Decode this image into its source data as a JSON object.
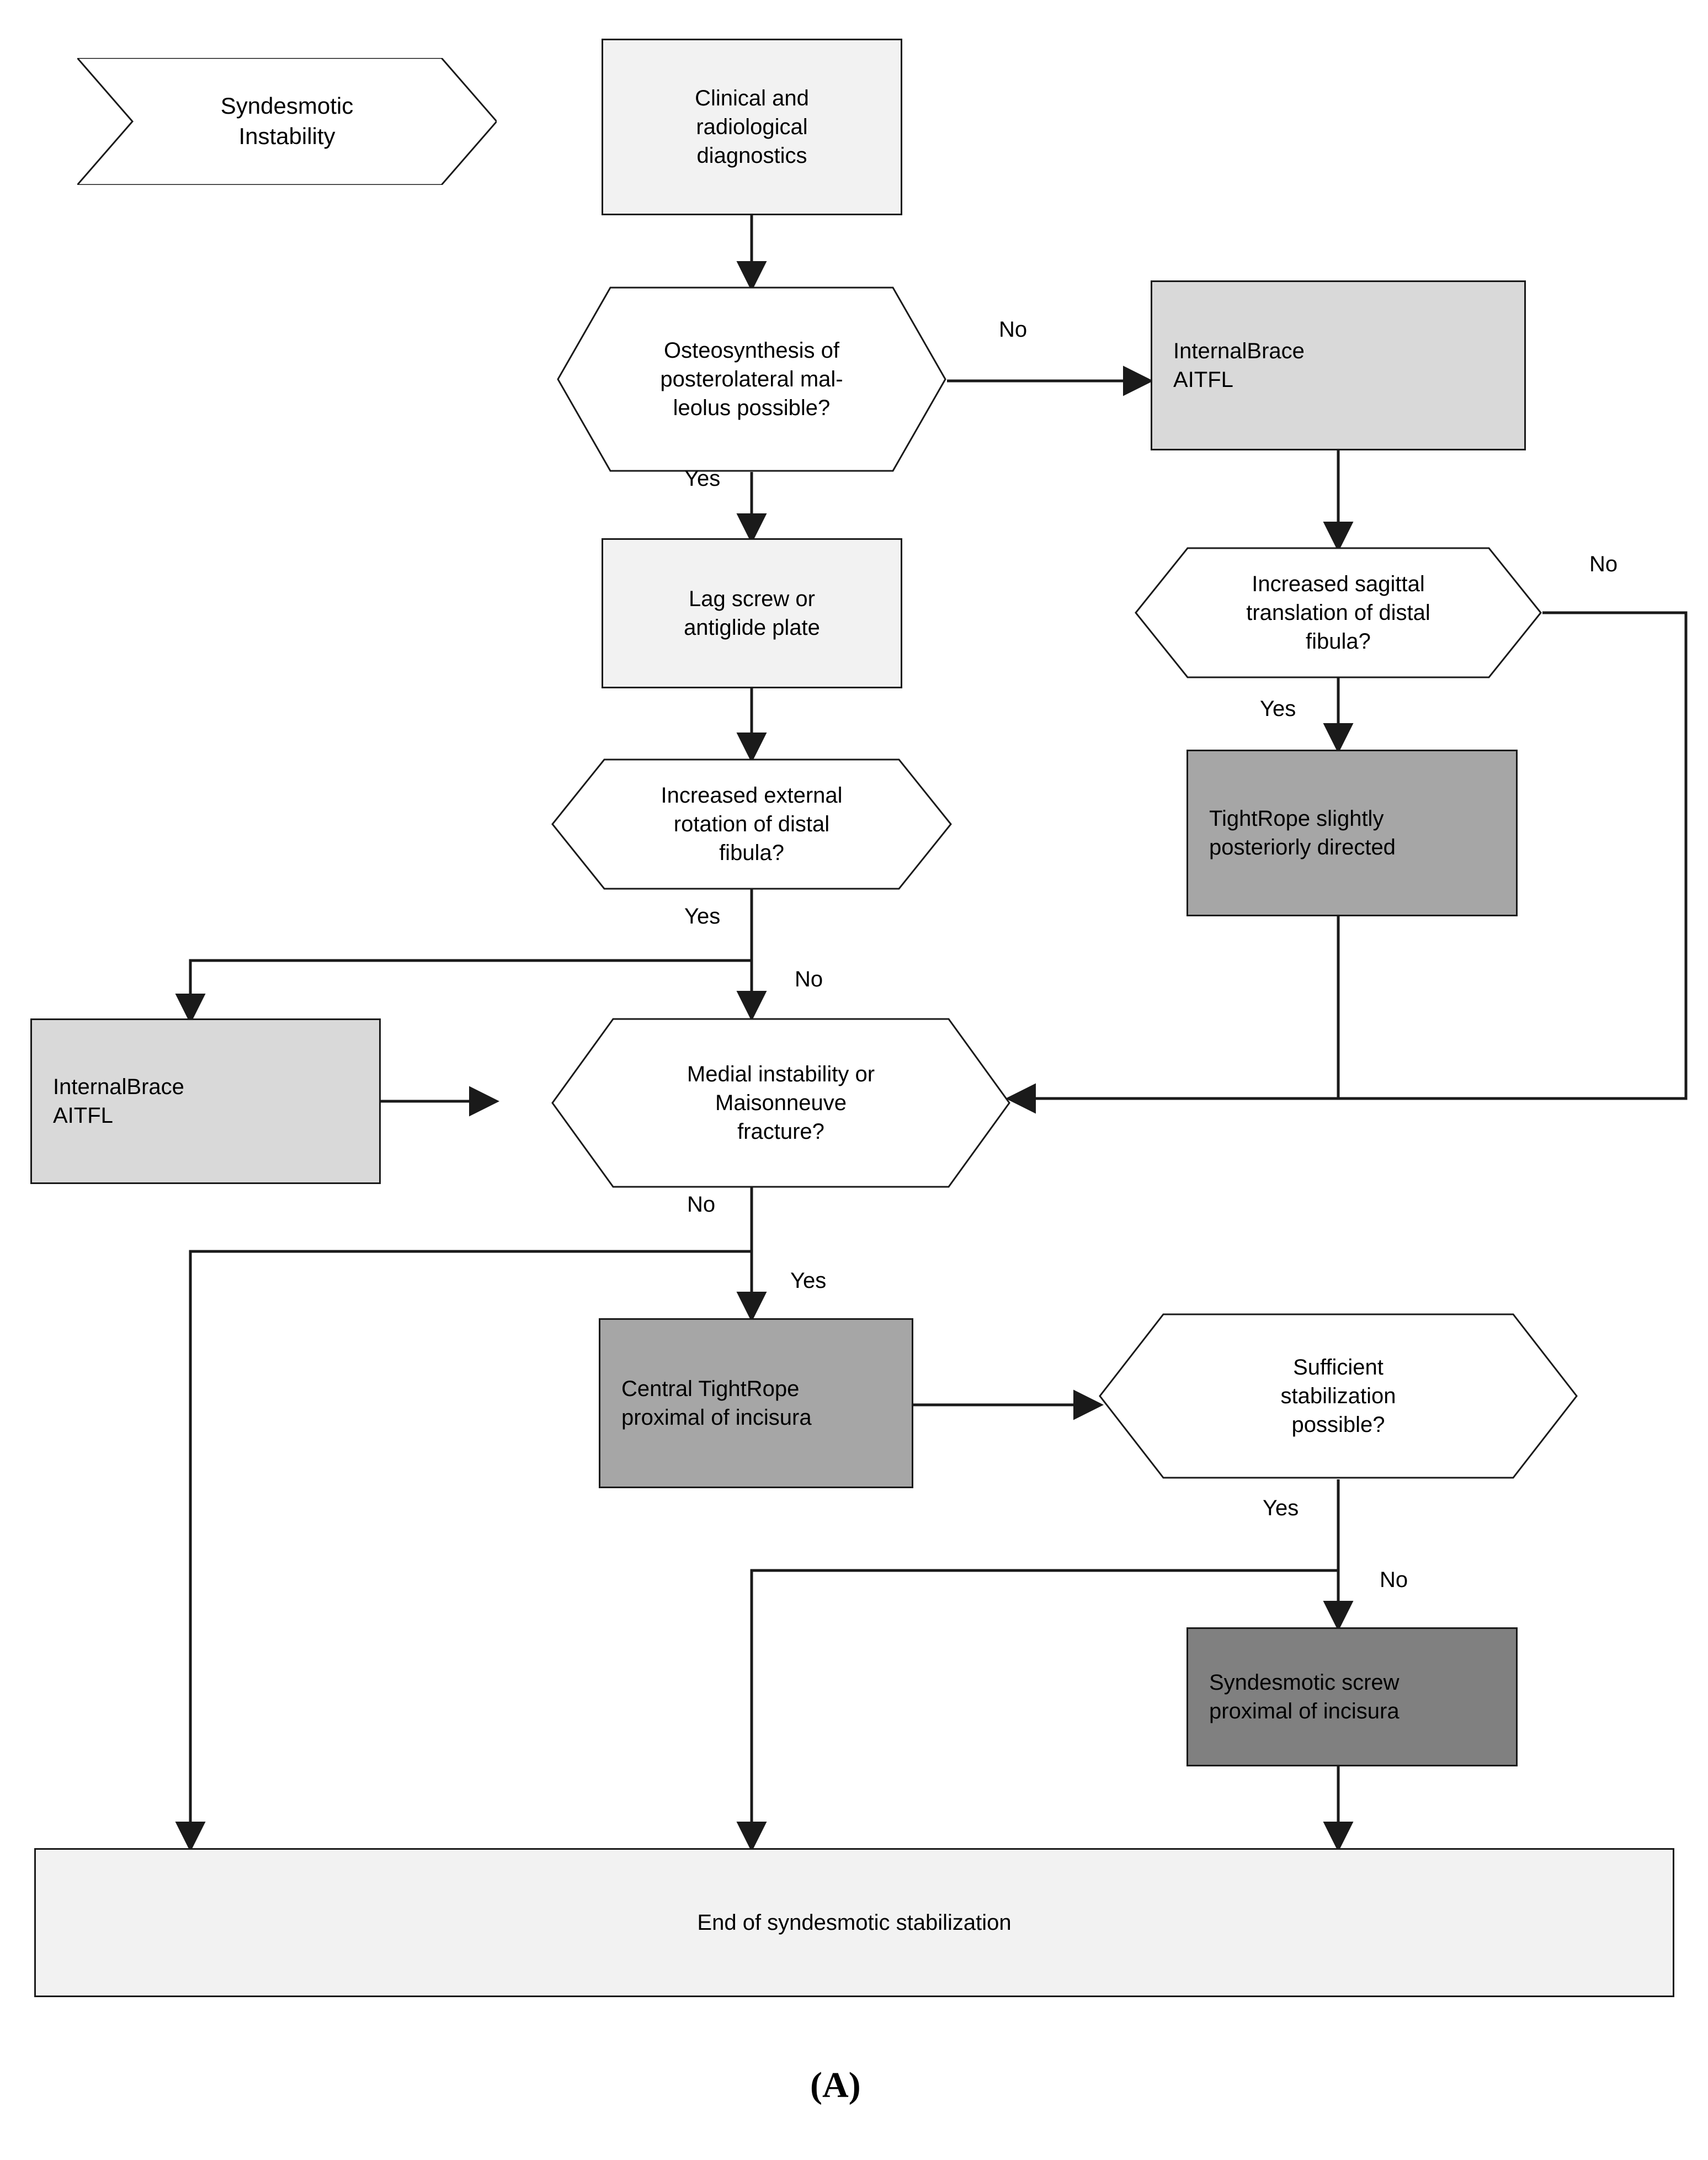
{
  "figure": {
    "label": "(A)"
  },
  "banner": {
    "title": "Syndesmotic\nInstability",
    "line1": "Syndesmotic",
    "line2": "Instability"
  },
  "nodes": {
    "start": {
      "text": "Clinical and\nradiological\ndiagnostics",
      "fill": "#f2f2f2",
      "shape": "rect"
    },
    "d_osteo": {
      "text": "Osteosynthesis of\nposterolateral mal-\nleolus possible?",
      "fill": "#ffffff",
      "shape": "hexagon"
    },
    "ib_right": {
      "text": "InternalBrace\nAITFL",
      "fill": "#d9d9d9",
      "shape": "rect"
    },
    "lag": {
      "text": "Lag screw or\nantiglide plate",
      "fill": "#f2f2f2",
      "shape": "rect"
    },
    "d_sagittal": {
      "text": "Increased sagittal\ntranslation of distal\nfibula?",
      "fill": "#ffffff",
      "shape": "hexagon"
    },
    "tightrope_post": {
      "text": "TightRope slightly\nposteriorly directed",
      "fill": "#a6a6a6",
      "shape": "rect"
    },
    "d_extrot": {
      "text": "Increased external\nrotation of distal\nfibula?",
      "fill": "#ffffff",
      "shape": "hexagon"
    },
    "ib_left": {
      "text": "InternalBrace\nAITFL",
      "fill": "#d9d9d9",
      "shape": "rect"
    },
    "d_medial": {
      "text": "Medial instability or\nMaisonneuve\nfracture?",
      "fill": "#ffffff",
      "shape": "hexagon"
    },
    "central_tr": {
      "text": "Central TightRope\nproximal of incisura",
      "fill": "#a6a6a6",
      "shape": "rect"
    },
    "d_sufficient": {
      "text": "Sufficient\nstabilization\npossible?",
      "fill": "#ffffff",
      "shape": "hexagon"
    },
    "synd_screw": {
      "text": "Syndesmotic screw\nproximal of incisura",
      "fill": "#808080",
      "shape": "rect"
    },
    "end": {
      "text": "End of syndesmotic stabilization",
      "fill": "#f2f2f2",
      "shape": "rect"
    }
  },
  "edge_labels": {
    "osteo_no": "No",
    "osteo_yes": "Yes",
    "sagittal_no": "No",
    "sagittal_yes": "Yes",
    "extrot_yes": "Yes",
    "extrot_no": "No",
    "medial_no": "No",
    "medial_yes": "Yes",
    "sufficient_yes": "Yes",
    "sufficient_no": "No"
  },
  "colors": {
    "stroke": "#1a1a1a",
    "fill_light": "#f2f2f2",
    "fill_gray": "#d9d9d9",
    "fill_mid": "#a6a6a6",
    "fill_dark": "#808080",
    "background": "#ffffff"
  }
}
